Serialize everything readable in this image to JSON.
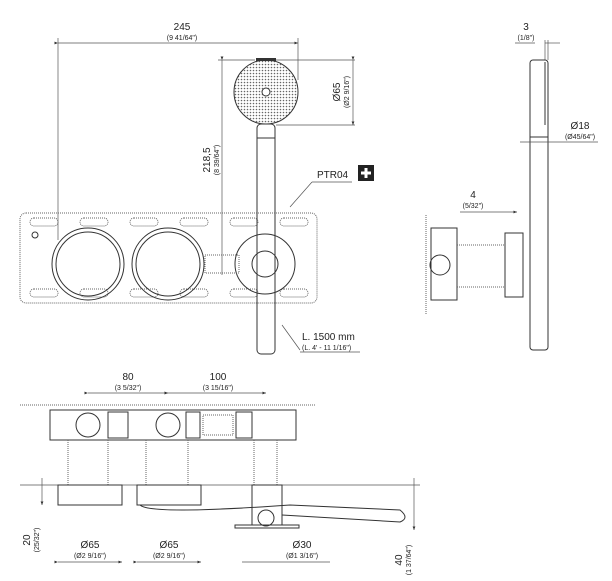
{
  "drawing": {
    "product_code": "PTR04",
    "plus_icon": "plus-square-icon",
    "front_view": {
      "width": {
        "mm": "245",
        "inch": "(9 41/64\")"
      },
      "height": {
        "mm": "218,5",
        "inch": "(8 39/64\")"
      },
      "head_diameter": {
        "mm": "Ø65",
        "inch": "(Ø2 9/16\")"
      },
      "hose_length": {
        "mm": "L. 1500 mm",
        "inch": "(L. 4' - 11 1/16\")"
      }
    },
    "side_view": {
      "head_thickness": {
        "mm": "3",
        "inch": "(1/8\")"
      },
      "handle_diameter": {
        "mm": "Ø18",
        "inch": "(Ø45/64\")"
      },
      "plate_thickness": {
        "mm": "4",
        "inch": "(5/32\")"
      }
    },
    "bottom_view": {
      "spacing_1": {
        "mm": "80",
        "inch": "(3 5/32\")"
      },
      "spacing_2": {
        "mm": "100",
        "inch": "(3 15/16\")"
      },
      "knob_1_diameter": {
        "mm": "Ø65",
        "inch": "(Ø2 9/16\")"
      },
      "knob_2_diameter": {
        "mm": "Ø65",
        "inch": "(Ø2 9/16\")"
      },
      "outlet_diameter": {
        "mm": "Ø30",
        "inch": "(Ø1 3/16\")"
      },
      "knob_depth": {
        "mm": "20",
        "inch": "(25/32\")"
      },
      "total_depth": {
        "mm": "40",
        "inch": "(1 37/64\")"
      }
    }
  }
}
